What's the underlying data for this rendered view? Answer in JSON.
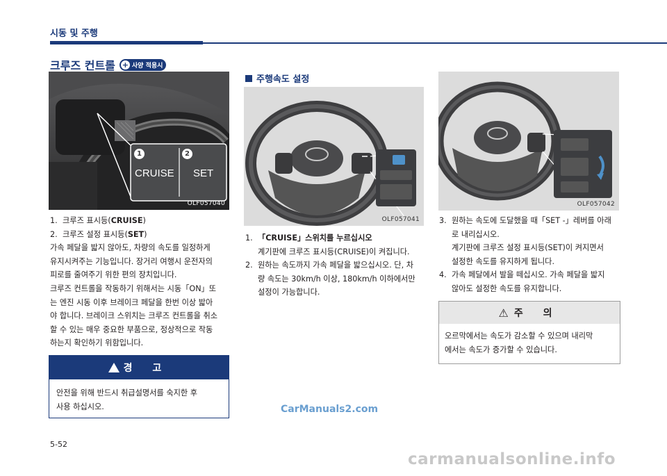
{
  "header": {
    "title": "시동 및 주행"
  },
  "section": {
    "title": "크루즈 컨트롤",
    "badge": "사양 적용시"
  },
  "left": {
    "photo_code": "OLF057040",
    "callout": {
      "n1": "1",
      "n2": "2",
      "cruise": "CRUISE",
      "set": "SET"
    },
    "items": [
      {
        "num": "1.",
        "text": "크루즈 표시등(",
        "bold": "CRUISE",
        "end": ")"
      },
      {
        "num": "2.",
        "text": "크루즈 설정 표시등(",
        "bold": "SET",
        "end": ")"
      }
    ],
    "paragraph1": [
      "가속 페달을 밟지 않아도, 차량의 속도를 일정하게",
      "유지시켜주는 기능입니다. 장거리 여행시 운전자의",
      "피로를 줄여주기 위한 편의 장치입니다."
    ],
    "paragraph2": [
      "크루즈 컨트롤을 작동하기 위해서는 시동「ON」또",
      "는 엔진 시동 이후 브레이크 페달을 한번 이상 밟아",
      "야 합니다. 브레이크 스위치는 크루즈 컨트롤을 취소",
      "할 수 있는 매우 중요한 부품으로, 정상적으로 작동",
      "하는지 확인하기 위함입니다."
    ],
    "warning": {
      "title": "경 고",
      "lines": [
        "안전을 위해 반드시 취급설명서를 숙지한 후",
        "사용 하십시오."
      ]
    }
  },
  "middle": {
    "subheading": "주행속도 설정",
    "photo_code": "OLF057041",
    "items": [
      {
        "num": "1.",
        "lines": [
          "「CRUISE」스위치를 누르십시오",
          "계기판에 크루즈 표시등(CRUISE)이 켜집니다."
        ]
      },
      {
        "num": "2.",
        "lines": [
          "원하는 속도까지 가속 페달을 밟으십시오. 단, 차",
          "량 속도는 30km/h 이상, 180km/h 이하에서만",
          "설정이 가능합니다."
        ]
      }
    ]
  },
  "right": {
    "photo_code": "OLF057042",
    "items": [
      {
        "num": "3.",
        "lines": [
          "원하는 속도에 도달했을 때「SET -」레버를 아래",
          "로 내리십시오.",
          "계기판에 크루즈 설정 표시등(SET)이 켜지면서",
          "설정한 속도를 유지하게 됩니다."
        ]
      },
      {
        "num": "4.",
        "lines": [
          "가속 페달에서 발을 떼십시오. 가속 페달을 밟지",
          "않아도 설정한 속도를 유지합니다."
        ]
      }
    ],
    "caution": {
      "title": "주 의",
      "lines": [
        "오르막에서는 속도가 감소할 수 있으며 내리막",
        "에서는 속도가 증가할 수 있습니다."
      ]
    }
  },
  "watermark": "CarManuals2.com",
  "watermark_footer": "carmanualsonline.info",
  "page_number": "5-52"
}
